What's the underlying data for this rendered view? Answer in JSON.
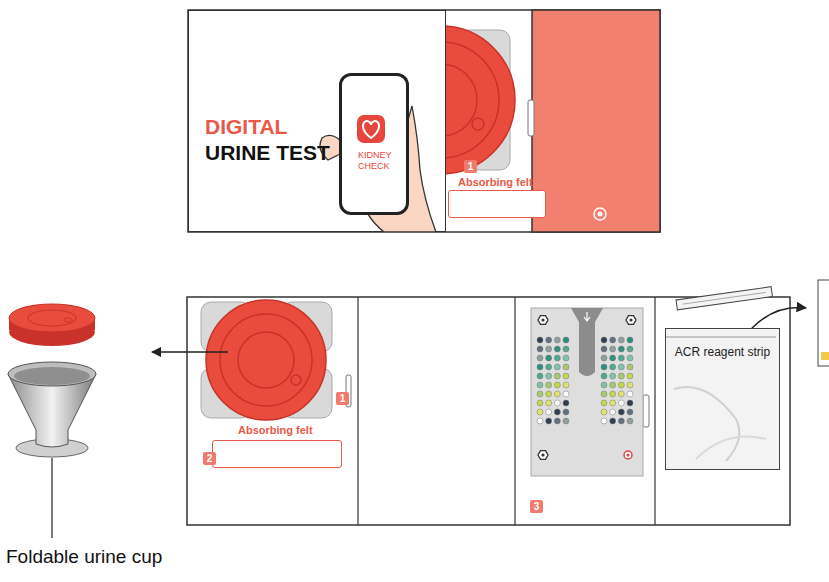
{
  "diagram": {
    "nodes": [
      {
        "text": [
          "DIGITAL",
          "URINE TEST"
        ]
      },
      {
        "text": [
          "KIDNEY CHECK"
        ],
        "in": 0
      },
      {
        "text": [
          "Absorbing felt"
        ]
      },
      {
        "text": [
          "Absorbing felt"
        ]
      },
      {
        "text": [
          "ACR reagent strip"
        ]
      }
    ],
    "labels": [
      "1",
      "1",
      "2",
      "3",
      "Foldable urine cup"
    ]
  }
}
